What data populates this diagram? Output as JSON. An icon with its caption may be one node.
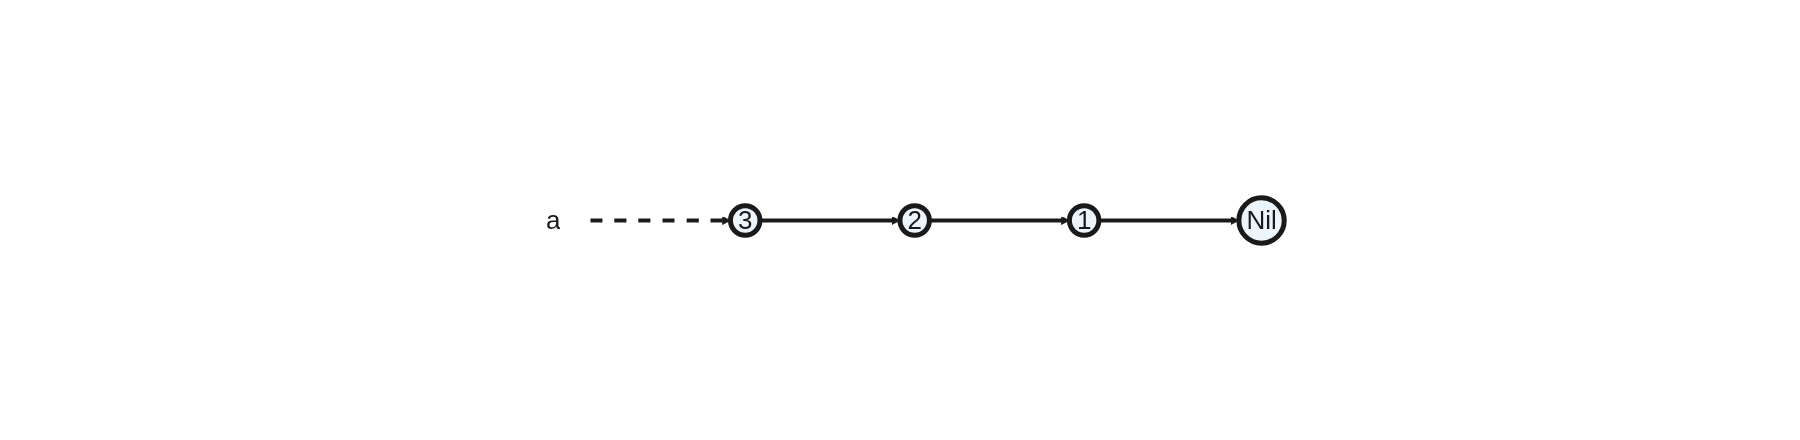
{
  "diagram": {
    "nodes": [
      {
        "text": [
          "a"
        ]
      },
      {
        "text": [
          "3"
        ]
      },
      {
        "text": [
          "2"
        ]
      },
      {
        "text": [
          "1"
        ]
      },
      {
        "text": [
          "Nil"
        ]
      }
    ],
    "edges": [
      {
        "from": 0,
        "to": 1,
        "arrow": "to",
        "style": "dashed"
      },
      {
        "from": 1,
        "to": 2,
        "arrow": "to"
      },
      {
        "from": 2,
        "to": 3,
        "arrow": "to"
      },
      {
        "from": 3,
        "to": 4,
        "arrow": "to"
      }
    ]
  }
}
